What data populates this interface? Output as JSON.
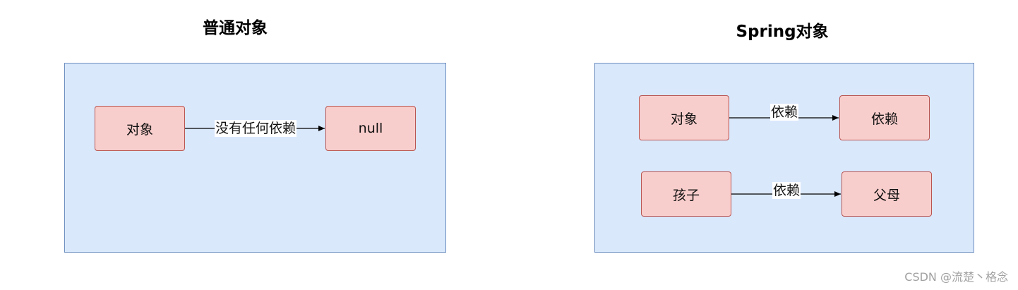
{
  "left_panel": {
    "title": "普通对象",
    "source_node": "对象",
    "edge_label": "没有任何依赖",
    "target_node": "null"
  },
  "right_panel": {
    "title": "Spring对象",
    "rows": [
      {
        "source_node": "对象",
        "edge_label": "依赖",
        "target_node": "依赖"
      },
      {
        "source_node": "孩子",
        "edge_label": "依赖",
        "target_node": "父母"
      }
    ]
  },
  "watermark": "CSDN @流楚丶格念",
  "colors": {
    "container_fill": "#dae8fc",
    "container_border": "#6c8ebf",
    "node_fill": "#f8cecc",
    "node_border": "#b85450"
  }
}
